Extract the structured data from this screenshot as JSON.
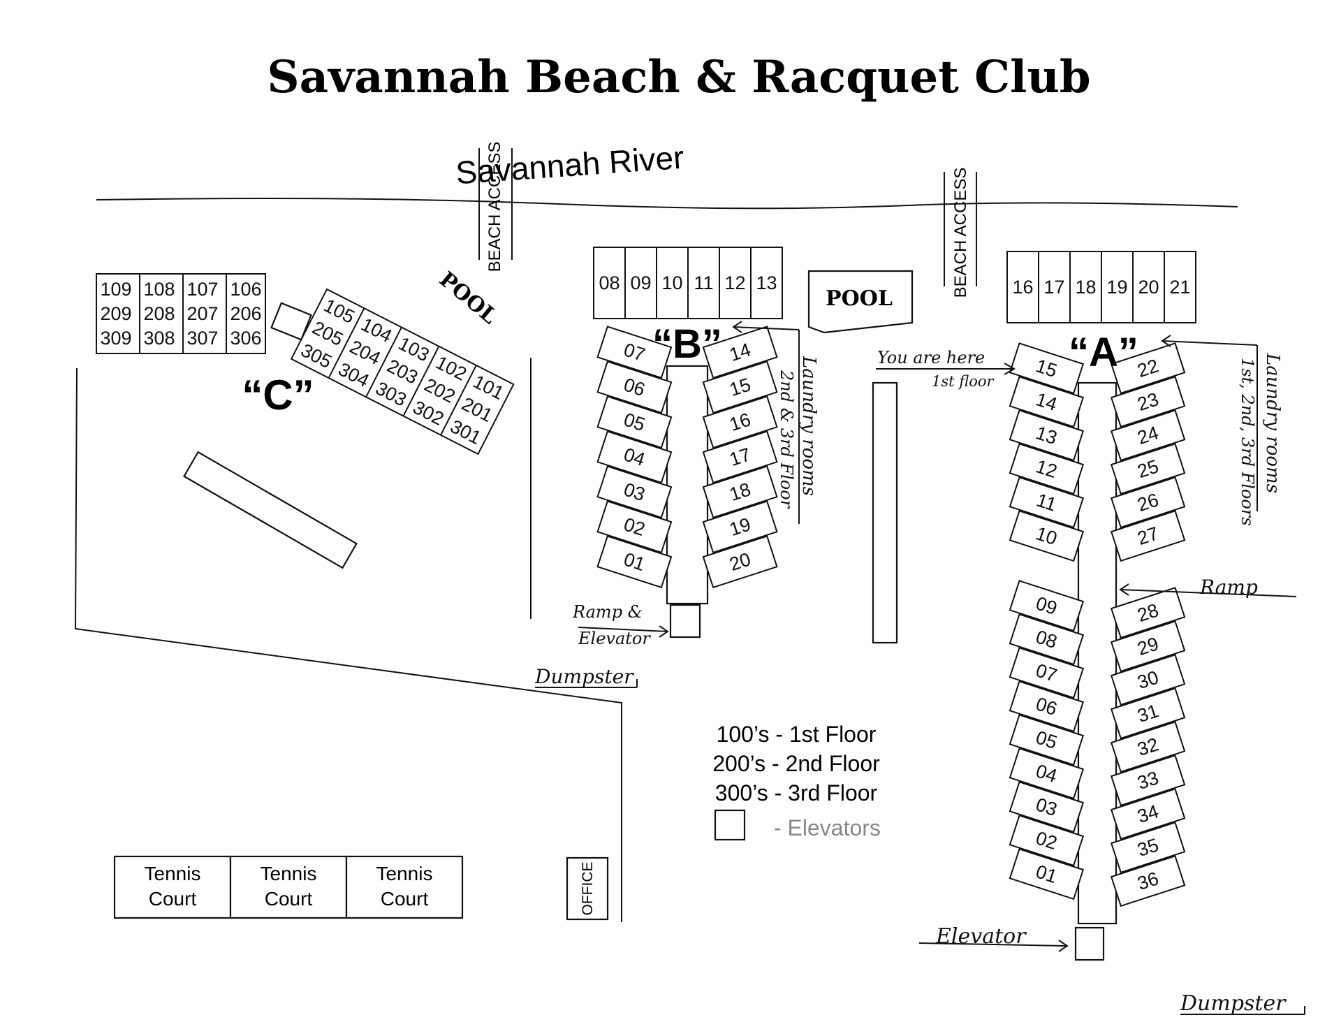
{
  "title": "Savannah Beach & Racquet Club",
  "river_label": "Savannah River",
  "beach_access_label": "BEACH ACCESS",
  "pool_label": "POOL",
  "building_labels": {
    "a": "“A”",
    "b": "“B”",
    "c": "“C”"
  },
  "top_row_b": [
    "08",
    "09",
    "10",
    "11",
    "12",
    "13"
  ],
  "top_row_a": [
    "16",
    "17",
    "18",
    "19",
    "20",
    "21"
  ],
  "c_block_grid": [
    [
      "109",
      "108",
      "107",
      "106"
    ],
    [
      "209",
      "208",
      "207",
      "206"
    ],
    [
      "309",
      "308",
      "307",
      "306"
    ]
  ],
  "c_block_diagonal": [
    [
      "105",
      "205",
      "305"
    ],
    [
      "104",
      "204",
      "304"
    ],
    [
      "103",
      "203",
      "303"
    ],
    [
      "102",
      "202",
      "302"
    ],
    [
      "101",
      "201",
      "301"
    ]
  ],
  "b_left": [
    "07",
    "06",
    "05",
    "04",
    "03",
    "02",
    "01"
  ],
  "b_right": [
    "14",
    "15",
    "16",
    "17",
    "18",
    "19",
    "20"
  ],
  "a_left_upper": [
    "15",
    "14",
    "13",
    "12",
    "11",
    "10"
  ],
  "a_left_lower": [
    "09",
    "08",
    "07",
    "06",
    "05",
    "04",
    "03",
    "02",
    "01"
  ],
  "a_right_upper": [
    "22",
    "23",
    "24",
    "25",
    "26",
    "27"
  ],
  "a_right_lower": [
    "28",
    "29",
    "30",
    "31",
    "32",
    "33",
    "34",
    "35",
    "36"
  ],
  "annotations": {
    "you_are_here": "You are here",
    "first_floor": "1st floor",
    "laundry_b_1": "Laundry rooms",
    "laundry_b_2": "2nd & 3rd Floor",
    "laundry_a_1": "Laundry rooms",
    "laundry_a_2": "1st, 2nd, 3rd Floors",
    "ramp": "Ramp",
    "ramp_elevator_1": "Ramp &",
    "ramp_elevator_2": "Elevator",
    "elevator": "Elevator",
    "dumpster": "Dumpster"
  },
  "legend": {
    "line1": "100’s - 1st Floor",
    "line2": "200’s - 2nd Floor",
    "line3": "300’s - 3rd Floor",
    "elevators": "- Elevators"
  },
  "tennis_court_line1": "Tennis",
  "tennis_court_line2": "Court",
  "office_label": "OFFICE"
}
